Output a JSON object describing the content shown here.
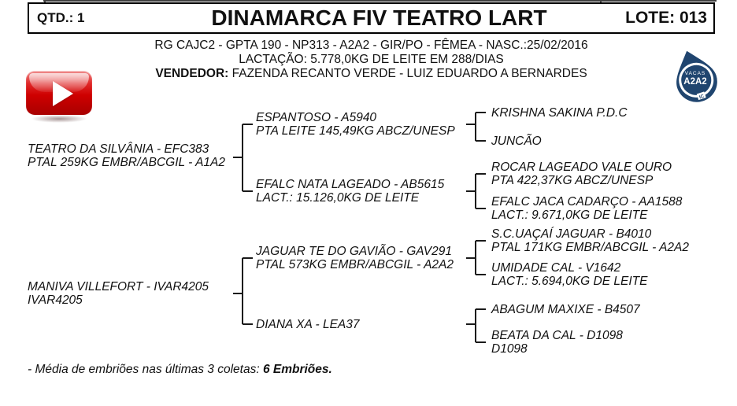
{
  "header": {
    "qty": "QTD.: 1",
    "title": "DINAMARCA FIV TEATRO LART",
    "lot": "LOTE: 013"
  },
  "info": {
    "line1": "RG CAJC2 - GPTA 190 - NP313 - A2A2 - GIR/PO - FÊMEA - NASC.:25/02/2016",
    "line2": "LACTAÇÃO: 5.778,0KG DE LEITE EM 288/DIAS",
    "vendor_label": "VENDEDOR:",
    "vendor_value": " FAZENDA RECANTO VERDE - LUIZ EDUARDO A BERNARDES"
  },
  "badge": {
    "top": "VACAS",
    "main": "A2A2",
    "sub": "IC",
    "color": "#20456f"
  },
  "pedigree": {
    "gen1": [
      {
        "line1": "TEATRO DA SILVÂNIA - EFC383",
        "line2": "PTAL 259KG EMBR/ABCGIL - A1A2"
      },
      {
        "line1": "MANIVA VILLEFORT - IVAR4205",
        "line2": "IVAR4205"
      }
    ],
    "gen2": [
      {
        "line1": "ESPANTOSO - A5940",
        "line2": "PTA LEITE 145,49KG ABCZ/UNESP"
      },
      {
        "line1": "EFALC NATA LAGEADO - AB5615",
        "line2": "LACT.: 15.126,0KG DE LEITE"
      },
      {
        "line1": "JAGUAR TE DO GAVIÃO - GAV291",
        "line2": "PTAL 573KG EMBR/ABCGIL - A2A2"
      },
      {
        "line1": "DIANA XA - LEA37",
        "line2": ""
      }
    ],
    "gen3": [
      {
        "line1": "KRISHNA SAKINA P.D.C",
        "line2": ""
      },
      {
        "line1": "JUNCÃO",
        "line2": ""
      },
      {
        "line1": "ROCAR LAGEADO VALE OURO",
        "line2": "PTA 422,37KG ABCZ/UNESP"
      },
      {
        "line1": "EFALC JACA CADARÇO - AA1588",
        "line2": "LACT.: 9.671,0KG DE LEITE"
      },
      {
        "line1": "S.C.UAÇAÍ JAGUAR - B4010",
        "line2": "PTAL 171KG EMBR/ABCGIL - A2A2"
      },
      {
        "line1": "UMIDADE CAL - V1642",
        "line2": "LACT.: 5.694,0KG DE LEITE"
      },
      {
        "line1": "ABAGUM MAXIXE - B4507",
        "line2": ""
      },
      {
        "line1": "BEATA DA CAL - D1098",
        "line2": "D1098"
      }
    ]
  },
  "footer": {
    "note_prefix": "- Média de embriões nas últimas 3 coletas: ",
    "note_bold": "6 Embriões."
  }
}
